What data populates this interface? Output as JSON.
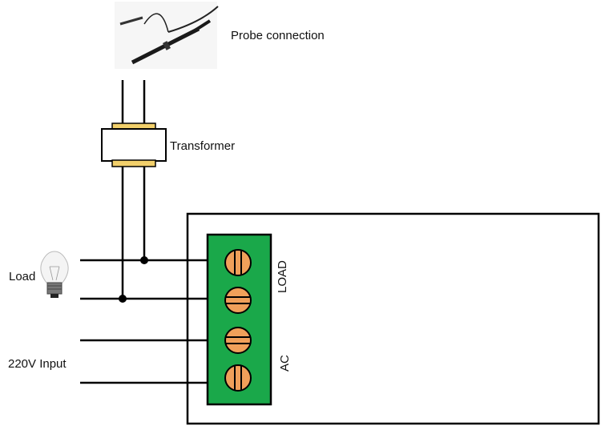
{
  "labels": {
    "probe": "Probe connection",
    "transformer": "Transformer",
    "load": "Load",
    "input": "220V Input",
    "terminal_load": "LOAD",
    "terminal_ac": "AC"
  },
  "colors": {
    "terminal_block": "#1aa84a",
    "screw": "#f0a05a",
    "transformer_core": "#f2d06b",
    "wire": "#000000"
  },
  "icons": [
    "probe-icon",
    "light-bulb-icon",
    "transformer-icon",
    "screw-terminal-icon"
  ]
}
